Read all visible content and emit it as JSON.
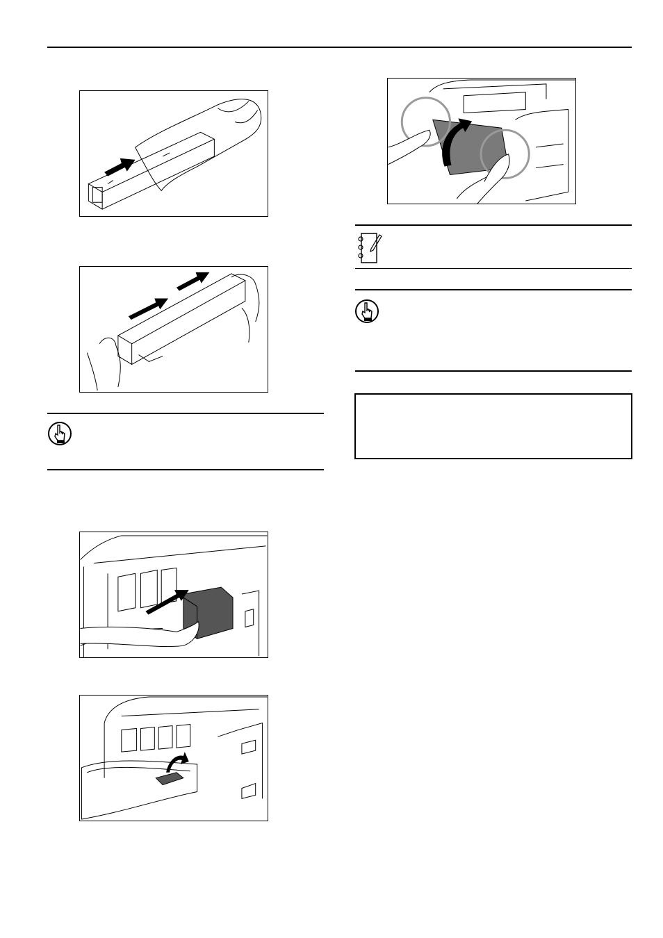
{
  "page": {
    "figures": [
      {
        "id": "fig-1",
        "name": "toner-container-remove-bag-illustration"
      },
      {
        "id": "fig-2",
        "name": "toner-container-shake-illustration"
      },
      {
        "id": "fig-3",
        "name": "toner-container-insert-illustration"
      },
      {
        "id": "fig-4",
        "name": "toner-lever-lock-illustration"
      },
      {
        "id": "fig-5",
        "name": "front-cover-close-illustration"
      }
    ],
    "icons": {
      "important": "pointing-hand-icon",
      "note": "notepad-pencil-icon"
    },
    "colors": {
      "ink": "#000000",
      "highlight_circle": "#9a9a9a",
      "toner_fill": "#555555",
      "cover_fill": "#7a7a7a"
    }
  }
}
